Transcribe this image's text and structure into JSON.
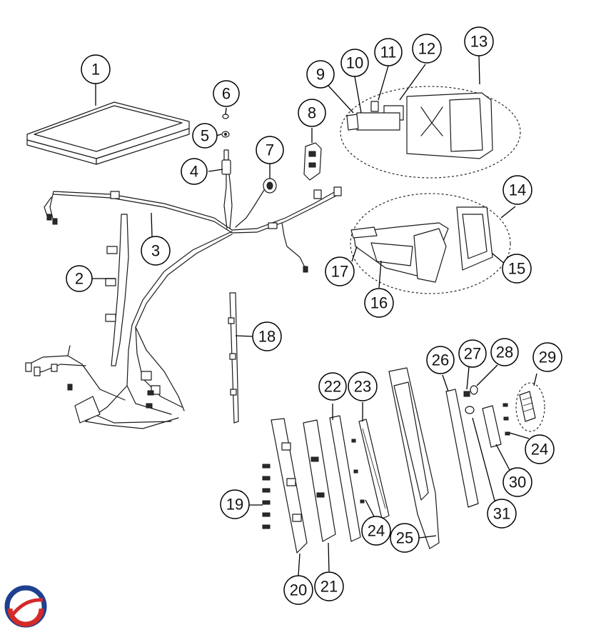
{
  "diagram": {
    "callouts": [
      {
        "id": "1",
        "label": "1"
      },
      {
        "id": "2",
        "label": "2"
      },
      {
        "id": "3",
        "label": "3"
      },
      {
        "id": "4",
        "label": "4"
      },
      {
        "id": "5",
        "label": "5"
      },
      {
        "id": "6",
        "label": "6"
      },
      {
        "id": "7",
        "label": "7"
      },
      {
        "id": "8",
        "label": "8"
      },
      {
        "id": "9",
        "label": "9"
      },
      {
        "id": "10",
        "label": "10"
      },
      {
        "id": "11",
        "label": "11"
      },
      {
        "id": "12",
        "label": "12"
      },
      {
        "id": "13",
        "label": "13"
      },
      {
        "id": "14",
        "label": "14"
      },
      {
        "id": "15",
        "label": "15"
      },
      {
        "id": "16",
        "label": "16"
      },
      {
        "id": "17",
        "label": "17"
      },
      {
        "id": "18",
        "label": "18"
      },
      {
        "id": "19",
        "label": "19"
      },
      {
        "id": "20",
        "label": "20"
      },
      {
        "id": "21",
        "label": "21"
      },
      {
        "id": "22",
        "label": "22"
      },
      {
        "id": "23",
        "label": "23"
      },
      {
        "id": "24a",
        "label": "24"
      },
      {
        "id": "24b",
        "label": "24"
      },
      {
        "id": "25",
        "label": "25"
      },
      {
        "id": "26",
        "label": "26"
      },
      {
        "id": "27",
        "label": "27"
      },
      {
        "id": "28",
        "label": "28"
      },
      {
        "id": "29",
        "label": "29"
      },
      {
        "id": "30",
        "label": "30"
      },
      {
        "id": "31",
        "label": "31"
      }
    ]
  },
  "logo": {
    "colors": {
      "blue": "#1f3f8f",
      "red": "#d42a2a"
    }
  }
}
